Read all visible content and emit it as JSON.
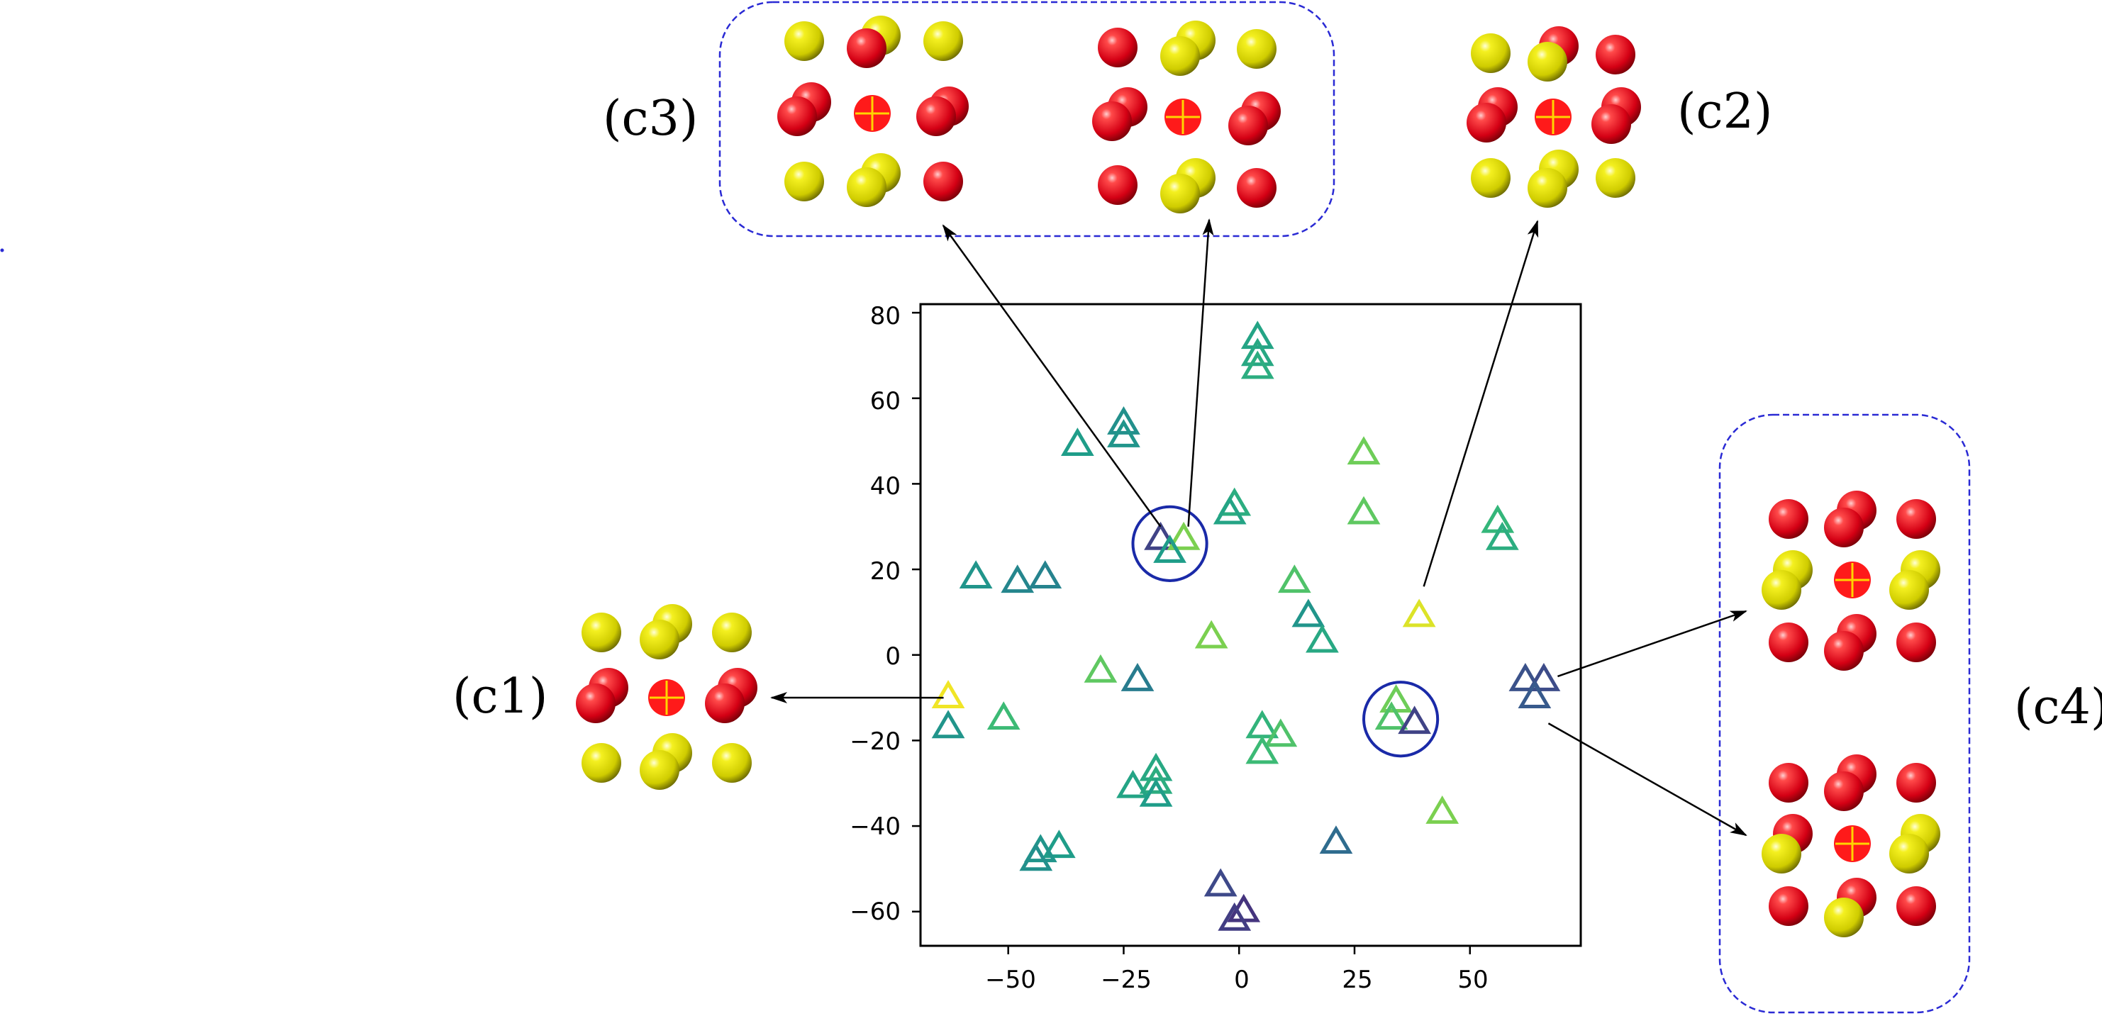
{
  "chart_data": {
    "type": "scatter",
    "marker": "triangle-outline",
    "colormap": "viridis",
    "xlim": [
      -69,
      74
    ],
    "ylim": [
      -68,
      82
    ],
    "xticks": [
      -50,
      -25,
      0,
      25,
      50
    ],
    "yticks": [
      80,
      60,
      40,
      20,
      0,
      -20,
      -40,
      -60
    ],
    "xtick_labels": [
      "−50",
      "−25",
      "0",
      "25",
      "50"
    ],
    "ytick_labels": [
      "80",
      "60",
      "40",
      "20",
      "0",
      "−20",
      "−40",
      "−60"
    ],
    "points": [
      {
        "x": 4,
        "y": 74,
        "c": 0.58
      },
      {
        "x": 4,
        "y": 70,
        "c": 0.6
      },
      {
        "x": 4,
        "y": 67,
        "c": 0.62
      },
      {
        "x": -25,
        "y": 54,
        "c": 0.5
      },
      {
        "x": -25,
        "y": 51,
        "c": 0.52
      },
      {
        "x": -35,
        "y": 49,
        "c": 0.55
      },
      {
        "x": 27,
        "y": 47,
        "c": 0.78
      },
      {
        "x": 27,
        "y": 33,
        "c": 0.75
      },
      {
        "x": -1,
        "y": 35,
        "c": 0.62
      },
      {
        "x": -2,
        "y": 33,
        "c": 0.58
      },
      {
        "x": 56,
        "y": 31,
        "c": 0.66
      },
      {
        "x": 57,
        "y": 27,
        "c": 0.62
      },
      {
        "x": -17,
        "y": 27,
        "c": 0.2
      },
      {
        "x": -12,
        "y": 27,
        "c": 0.8
      },
      {
        "x": -15,
        "y": 24,
        "c": 0.55
      },
      {
        "x": -57,
        "y": 18,
        "c": 0.52
      },
      {
        "x": -48,
        "y": 17,
        "c": 0.46
      },
      {
        "x": -42,
        "y": 18,
        "c": 0.45
      },
      {
        "x": 12,
        "y": 17,
        "c": 0.72
      },
      {
        "x": 15,
        "y": 9,
        "c": 0.52
      },
      {
        "x": 18,
        "y": 3,
        "c": 0.6
      },
      {
        "x": 39,
        "y": 9,
        "c": 0.95
      },
      {
        "x": -6,
        "y": 4,
        "c": 0.8
      },
      {
        "x": -30,
        "y": -4,
        "c": 0.75
      },
      {
        "x": -22,
        "y": -6,
        "c": 0.42
      },
      {
        "x": 62,
        "y": -6,
        "c": 0.25
      },
      {
        "x": 66,
        "y": -6,
        "c": 0.23
      },
      {
        "x": 64,
        "y": -10,
        "c": 0.28
      },
      {
        "x": -63,
        "y": -10,
        "c": 0.98
      },
      {
        "x": -63,
        "y": -17,
        "c": 0.52
      },
      {
        "x": -51,
        "y": -15,
        "c": 0.68
      },
      {
        "x": 34,
        "y": -11,
        "c": 0.78
      },
      {
        "x": 33,
        "y": -15,
        "c": 0.72
      },
      {
        "x": 38,
        "y": -16,
        "c": 0.2
      },
      {
        "x": 5,
        "y": -17,
        "c": 0.65
      },
      {
        "x": 9,
        "y": -19,
        "c": 0.72
      },
      {
        "x": 5,
        "y": -23,
        "c": 0.68
      },
      {
        "x": -18,
        "y": -27,
        "c": 0.6
      },
      {
        "x": -18,
        "y": -30,
        "c": 0.62
      },
      {
        "x": -23,
        "y": -31,
        "c": 0.58
      },
      {
        "x": -18,
        "y": -33,
        "c": 0.55
      },
      {
        "x": 44,
        "y": -37,
        "c": 0.8
      },
      {
        "x": 21,
        "y": -44,
        "c": 0.35
      },
      {
        "x": -39,
        "y": -45,
        "c": 0.55
      },
      {
        "x": -43,
        "y": -46,
        "c": 0.52
      },
      {
        "x": -44,
        "y": -48,
        "c": 0.5
      },
      {
        "x": -4,
        "y": -54,
        "c": 0.22
      },
      {
        "x": 1,
        "y": -60,
        "c": 0.15
      },
      {
        "x": -1,
        "y": -62,
        "c": 0.18
      }
    ],
    "highlight_circles": [
      {
        "x": -15,
        "y": 26,
        "r": 8
      },
      {
        "x": 35,
        "y": -15,
        "r": 8
      }
    ],
    "panels": [
      {
        "name": "c1",
        "label": "(c1)",
        "layout": "c1"
      },
      {
        "name": "c2",
        "label": "(c2)",
        "layout": "c2"
      },
      {
        "name": "c3a",
        "label": "(c3)",
        "layout": "c3a",
        "grouped": true
      },
      {
        "name": "c3b",
        "label": "",
        "layout": "c3b",
        "grouped": true
      },
      {
        "name": "c4a",
        "label": "(c4)",
        "layout": "c4",
        "grouped": true
      },
      {
        "name": "c4b",
        "label": "",
        "layout": "c4b",
        "grouped": true
      }
    ],
    "arrows": [
      {
        "from": [
          -64,
          -10
        ],
        "to_panel": "c1"
      },
      {
        "from": [
          -17,
          30
        ],
        "to_panel": "c3a"
      },
      {
        "from": [
          -11,
          30
        ],
        "to_panel": "c3b"
      },
      {
        "from": [
          40,
          16
        ],
        "to_panel": "c2"
      },
      {
        "from": [
          69,
          -5
        ],
        "to_panel": "c4a"
      },
      {
        "from": [
          67,
          -16
        ],
        "to_panel": "c4b"
      }
    ]
  },
  "colors": {
    "red_atom": "#d9001b",
    "yellow_atom": "#e1e000",
    "center_atom": "#ff1a1a",
    "center_cross": "#ffd400",
    "group_box": "#2a2ad4",
    "highlight_circle": "#1a2aa8",
    "arrow": "#000000"
  }
}
